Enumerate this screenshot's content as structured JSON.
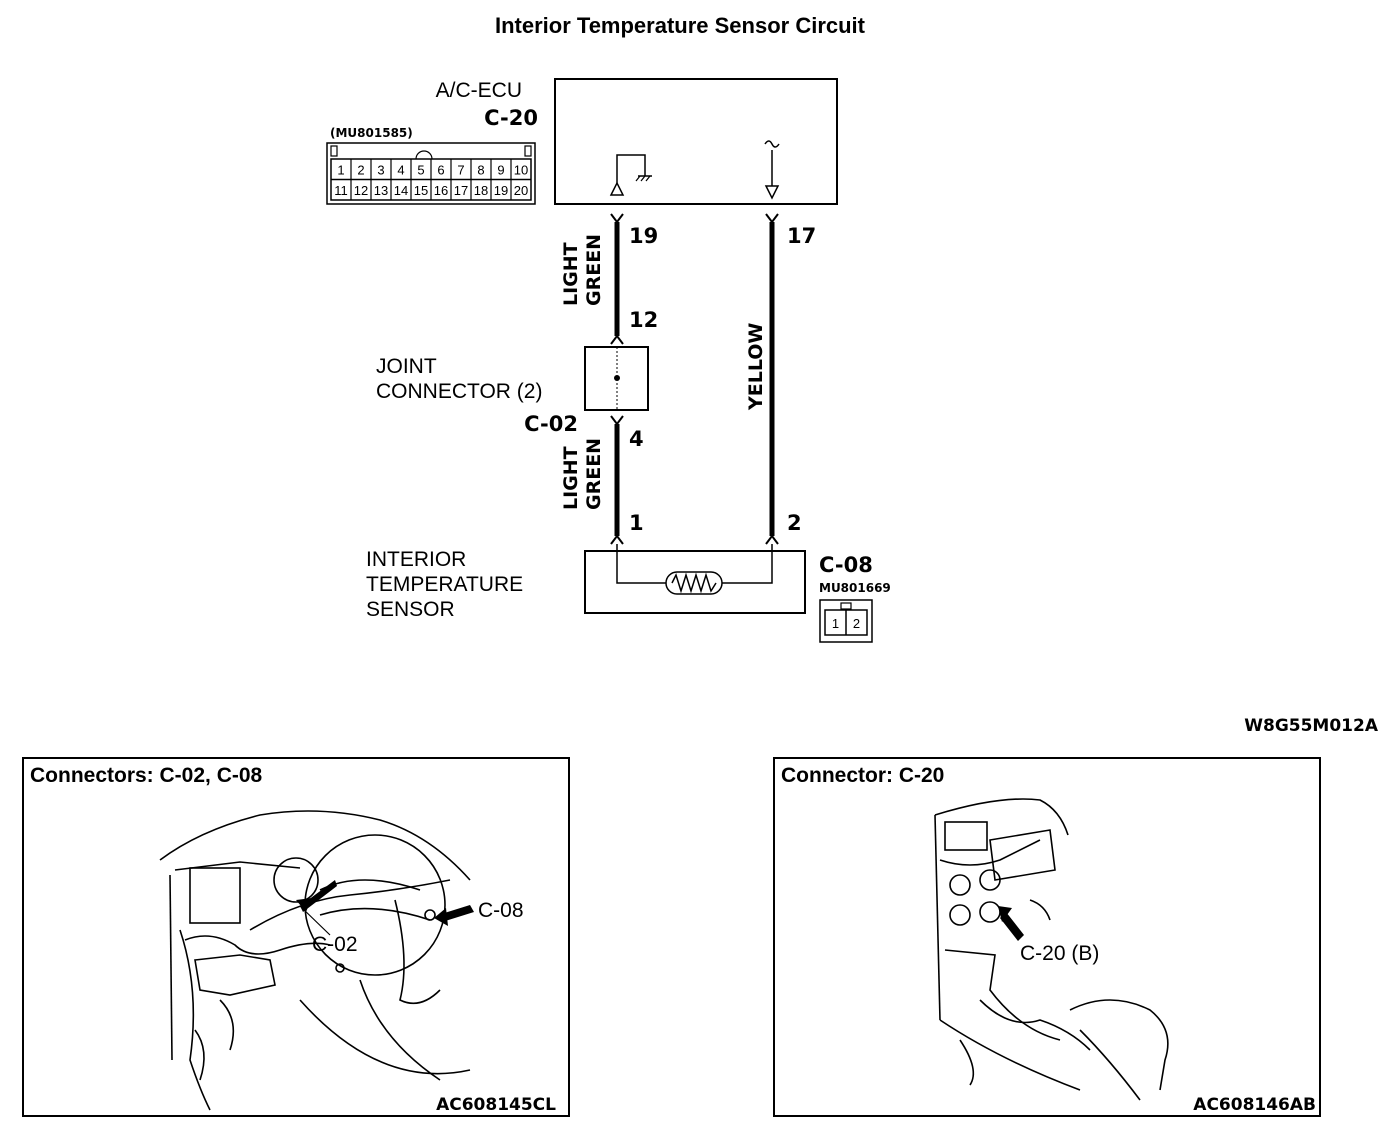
{
  "title": "Interior Temperature Sensor Circuit",
  "ecu": {
    "name": "A/C-ECU",
    "connector": "C-20",
    "part_number": "(MU801585)",
    "pins_top": [
      "1",
      "2",
      "3",
      "4",
      "5",
      "6",
      "7",
      "8",
      "9",
      "10"
    ],
    "pins_bottom": [
      "11",
      "12",
      "13",
      "14",
      "15",
      "16",
      "17",
      "18",
      "19",
      "20"
    ]
  },
  "wires": {
    "left_upper_color_1": "LIGHT",
    "left_upper_color_2": "GREEN",
    "left_lower_color_1": "LIGHT",
    "left_lower_color_2": "GREEN",
    "right_color": "YELLOW",
    "pin_ecu_left": "19",
    "pin_ecu_right": "17",
    "pin_joint_in": "12",
    "pin_joint_out": "4",
    "pin_sensor_left": "1",
    "pin_sensor_right": "2"
  },
  "joint": {
    "line1": "JOINT",
    "line2": "CONNECTOR (2)",
    "connector": "C-02"
  },
  "sensor": {
    "line1": "INTERIOR",
    "line2": "TEMPERATURE",
    "line3": "SENSOR",
    "connector": "C-08",
    "part_number": "MU801669",
    "pins": [
      "1",
      "2"
    ]
  },
  "diagram_code": "W8G55M012A",
  "panel_left": {
    "title": "Connectors: C-02, C-08",
    "label_a": "C-02",
    "label_b": "C-08",
    "code": "AC608145CL"
  },
  "panel_right": {
    "title": "Connector: C-20",
    "label_a": "C-20 (B)",
    "code": "AC608146AB"
  }
}
